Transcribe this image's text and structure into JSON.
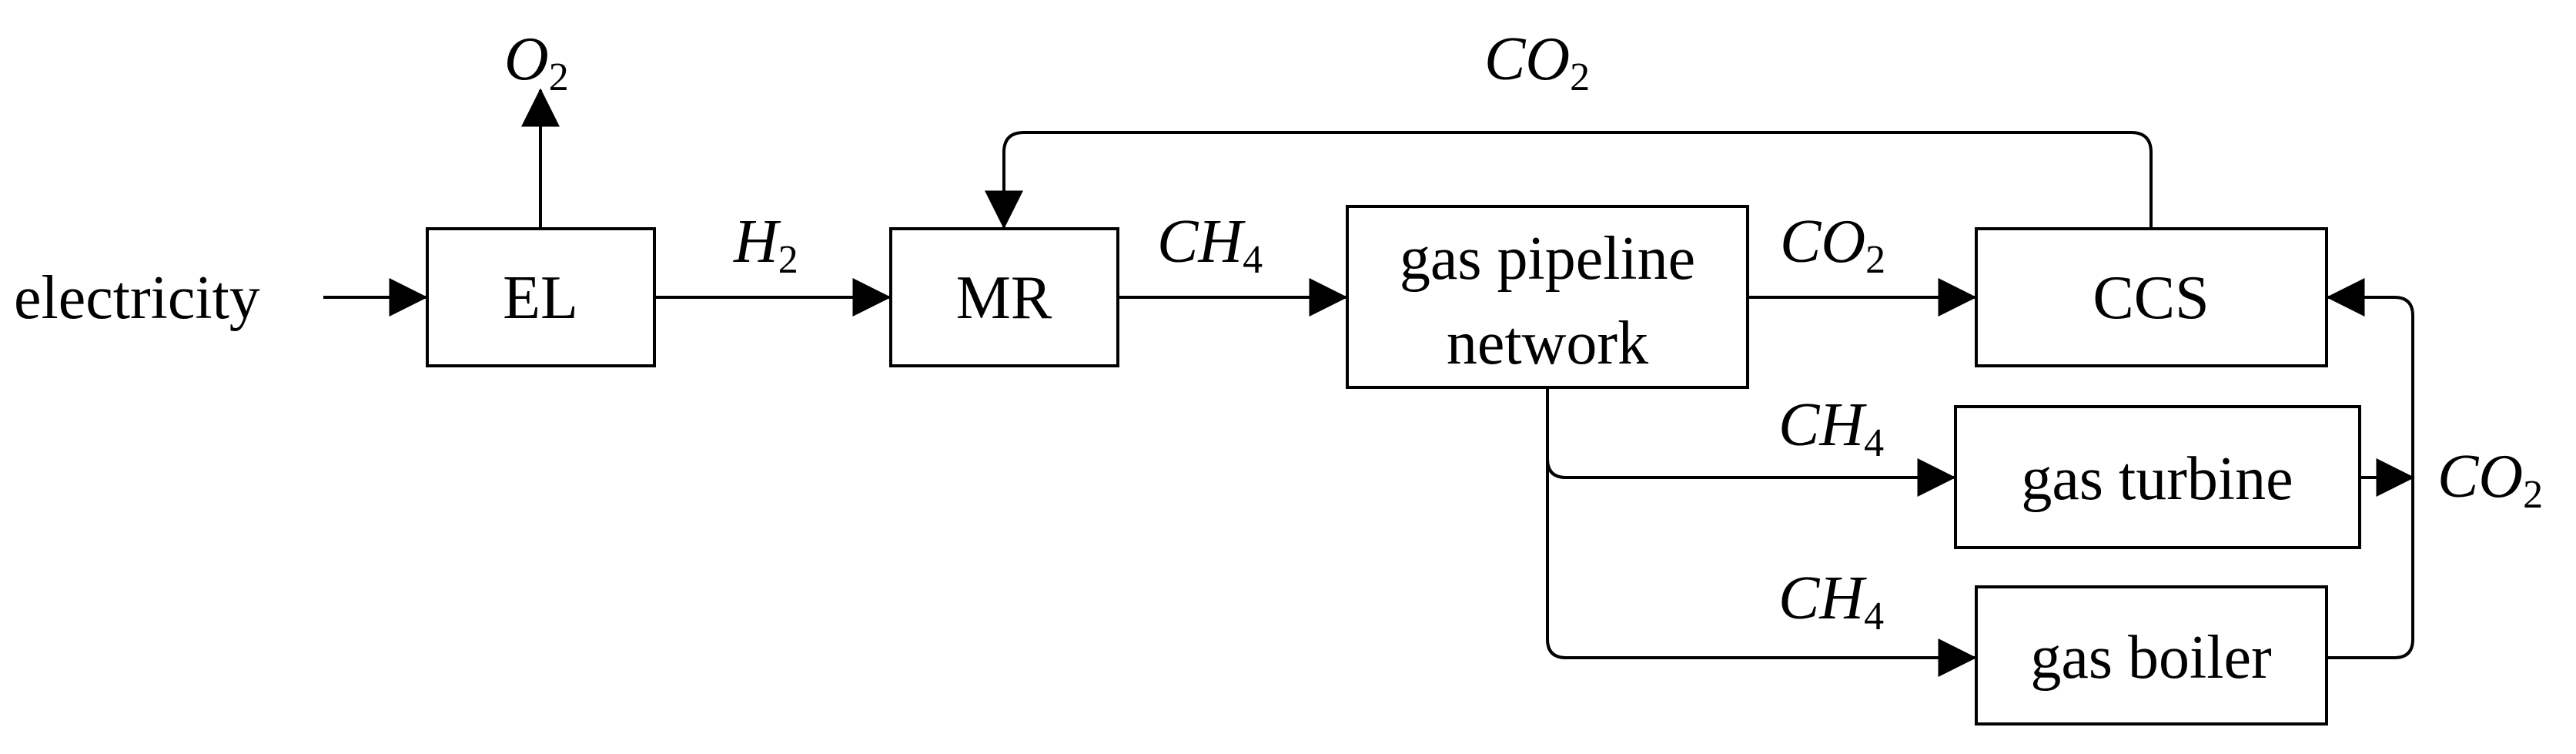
{
  "input_label": "electricity",
  "boxes": {
    "el": "EL",
    "mr": "MR",
    "network_line1": "gas pipeline",
    "network_line2": "network",
    "ccs": "CCS",
    "turbine": "gas turbine",
    "boiler": "gas boiler"
  },
  "flow_labels": {
    "o2": {
      "main": "O",
      "sub": "2"
    },
    "h2": {
      "main": "H",
      "sub": "2"
    },
    "ch4_mr_network": {
      "main": "CH",
      "sub": "4"
    },
    "co2_recycle": {
      "main": "CO",
      "sub": "2"
    },
    "co2_network_ccs": {
      "main": "CO",
      "sub": "2"
    },
    "ch4_turbine": {
      "main": "CH",
      "sub": "4"
    },
    "ch4_boiler": {
      "main": "CH",
      "sub": "4"
    },
    "co2_return": {
      "main": "CO",
      "sub": "2"
    }
  }
}
